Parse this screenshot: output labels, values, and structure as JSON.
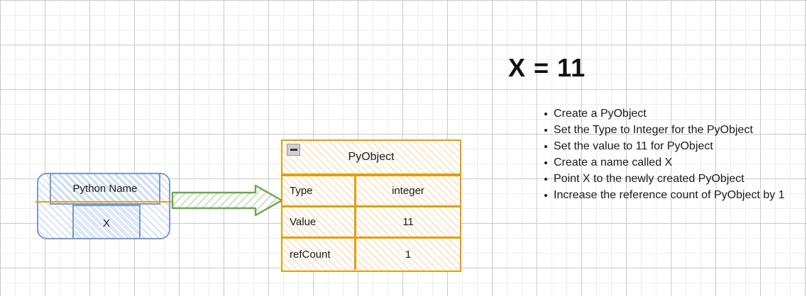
{
  "diagram": {
    "python_name_box": {
      "name_label": "Python Name",
      "value_label": "X"
    },
    "arrow": {
      "icon": "right-block-arrow-icon",
      "color": "#79a86a"
    },
    "pyobject_table": {
      "collapse_icon": "collapse-minus-icon",
      "title": "PyObject",
      "rows": [
        {
          "key": "Type",
          "value": "integer"
        },
        {
          "key": "Value",
          "value": "11"
        },
        {
          "key": "refCount",
          "value": "1"
        }
      ]
    },
    "colors": {
      "object_border": "#e0a008",
      "name_border": "#7799cf",
      "arrow_border": "#79a86a",
      "connector_line": "#e8a317"
    }
  },
  "notes": {
    "heading": "X = 11",
    "bullets": [
      "Create a PyObject",
      "Set the Type to Integer for the PyObject",
      "Set the value to 11 for PyObject",
      "Create a name called X",
      "Point X to the newly created PyObject",
      "Increase the reference count of PyObject by 1"
    ]
  }
}
